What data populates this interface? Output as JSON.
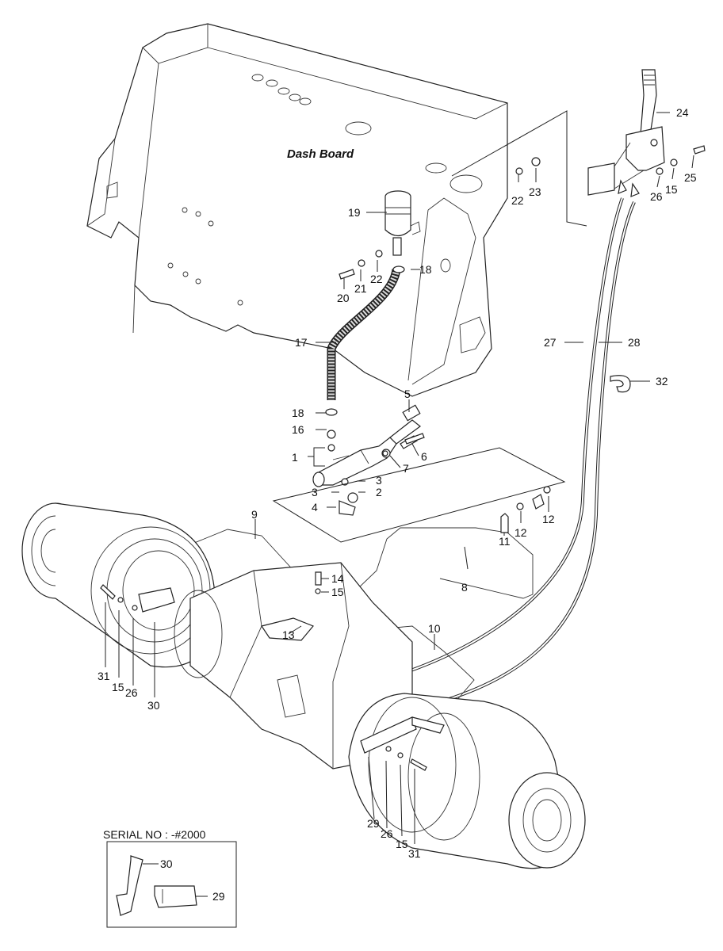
{
  "title_label": "Dash Board",
  "serial_label": "SERIAL NO : -#2000",
  "callouts": {
    "c1": "1",
    "c2": "2",
    "c3a": "3",
    "c3b": "3",
    "c4": "4",
    "c5": "5",
    "c6": "6",
    "c7": "7",
    "c8": "8",
    "c9": "9",
    "c10": "10",
    "c11": "11",
    "c12a": "12",
    "c12b": "12",
    "c13": "13",
    "c14": "14",
    "c15a": "15",
    "c15b": "15",
    "c15c": "15",
    "c15d": "15",
    "c16": "16",
    "c17": "17",
    "c18a": "18",
    "c18b": "18",
    "c19": "19",
    "c20": "20",
    "c21": "21",
    "c22a": "22",
    "c22b": "22",
    "c23": "23",
    "c24": "24",
    "c25": "25",
    "c26a": "26",
    "c26b": "26",
    "c26c": "26",
    "c27": "27",
    "c28": "28",
    "c29a": "29",
    "c29b": "29",
    "c30a": "30",
    "c30b": "30",
    "c31a": "31",
    "c31b": "31",
    "c32": "32"
  }
}
